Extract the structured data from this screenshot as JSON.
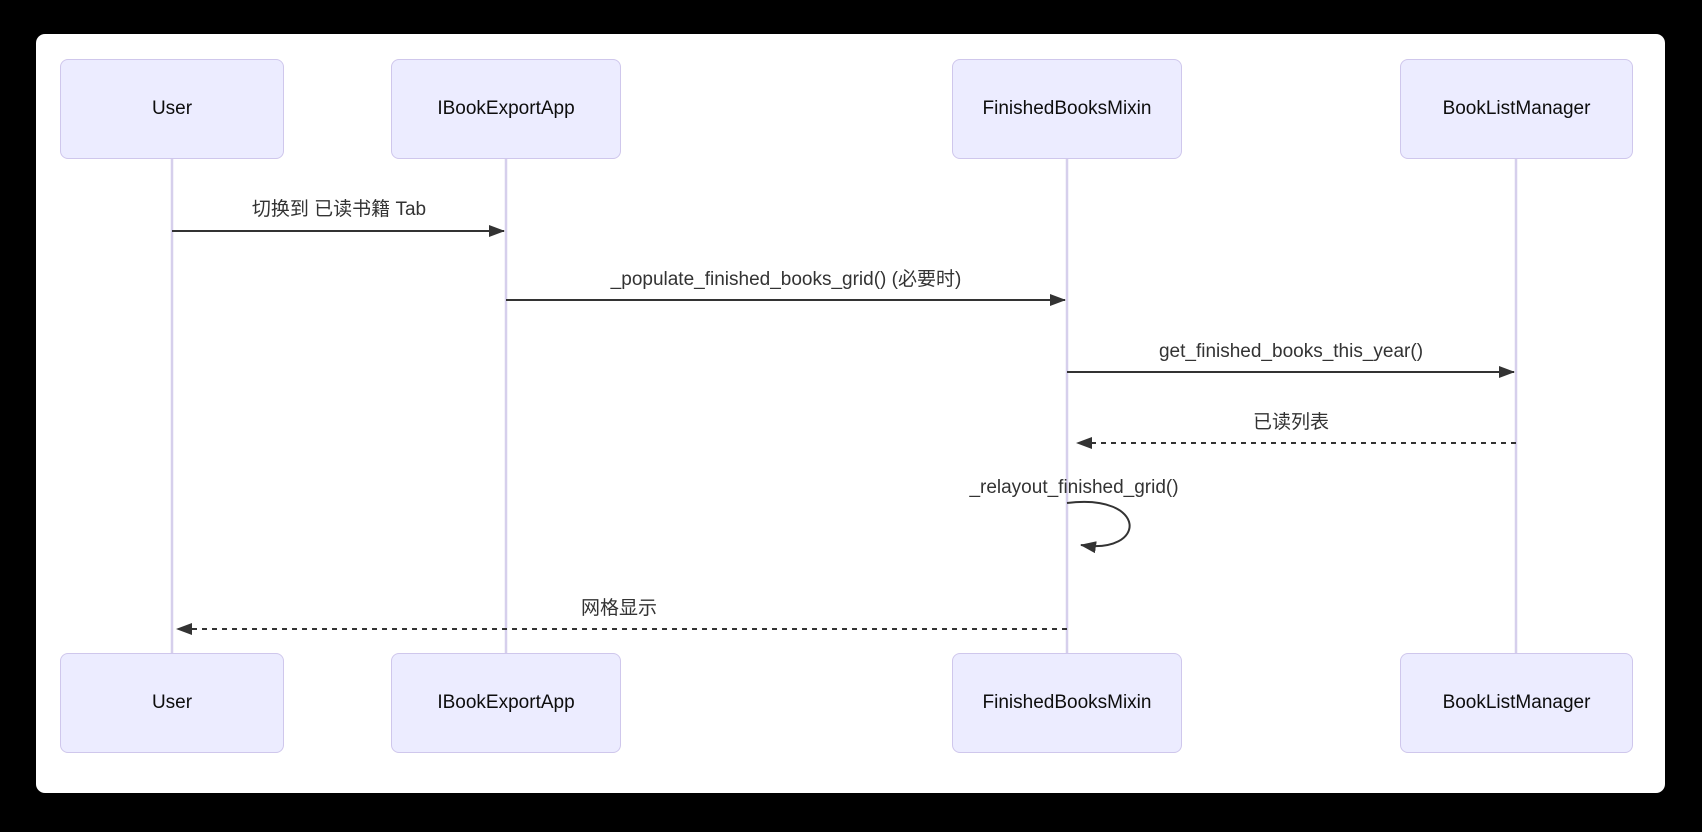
{
  "diagram": {
    "type": "sequence",
    "actors": [
      {
        "name": "User"
      },
      {
        "name": "IBookExportApp"
      },
      {
        "name": "FinishedBooksMixin"
      },
      {
        "name": "BookListManager"
      }
    ],
    "messages": [
      {
        "label": "切换到 已读书籍 Tab",
        "from": "User",
        "to": "IBookExportApp",
        "style": "solid"
      },
      {
        "label": "_populate_finished_books_grid() (必要时)",
        "from": "IBookExportApp",
        "to": "FinishedBooksMixin",
        "style": "solid"
      },
      {
        "label": "get_finished_books_this_year()",
        "from": "FinishedBooksMixin",
        "to": "BookListManager",
        "style": "solid"
      },
      {
        "label": "已读列表",
        "from": "BookListManager",
        "to": "FinishedBooksMixin",
        "style": "dashed"
      },
      {
        "label": "_relayout_finished_grid()",
        "from": "FinishedBooksMixin",
        "to": "FinishedBooksMixin",
        "style": "self"
      },
      {
        "label": "网格显示",
        "from": "FinishedBooksMixin",
        "to": "User",
        "style": "dashed"
      }
    ],
    "colors": {
      "page_bg": "#000000",
      "canvas_bg": "#FFFFFF",
      "actor_fill": "#ECECFF",
      "actor_border": "#CFC7EC",
      "lifeline": "#D6CFEC",
      "message_line": "#333333",
      "message_text": "#333333",
      "actor_text": "#0d0d0d"
    }
  }
}
